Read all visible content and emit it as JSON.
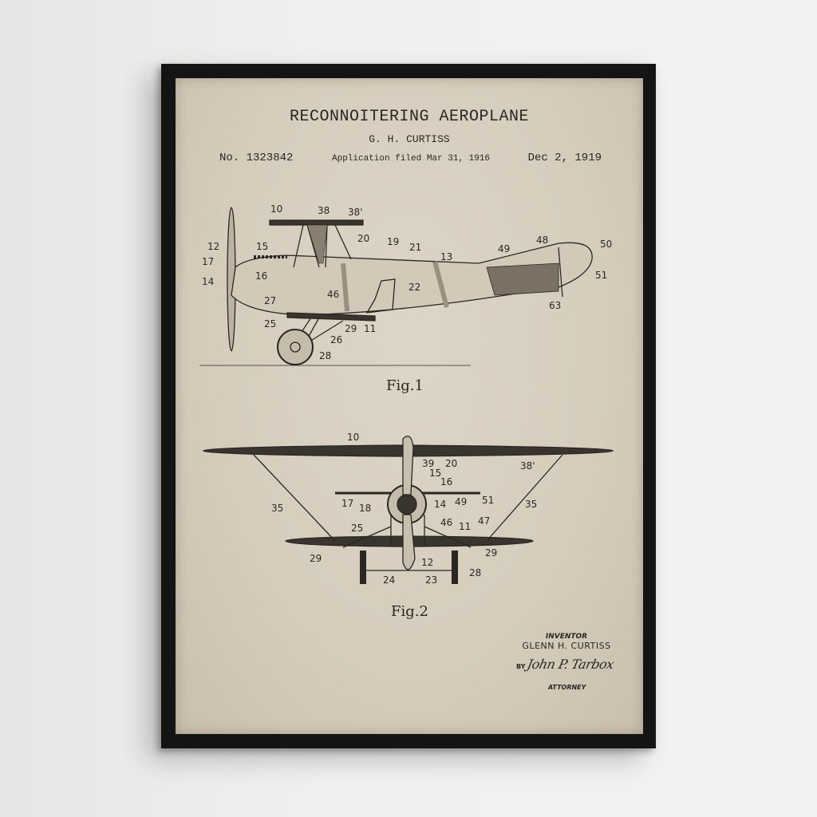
{
  "poster": {
    "title": "RECONNOITERING AEROPLANE",
    "inventor_short": "G. H. CURTISS",
    "patent_number": "No. 1323842",
    "application_filed": "Application filed Mar 31, 1916",
    "date": "Dec 2, 1919",
    "fig1": {
      "caption": "Fig.1",
      "labels": [
        "10",
        "38",
        "38'",
        "12",
        "15",
        "20",
        "19",
        "21",
        "13",
        "49",
        "48",
        "50",
        "17",
        "16",
        "14",
        "22",
        "51",
        "27",
        "46",
        "63",
        "25",
        "29",
        "11",
        "26",
        "28"
      ]
    },
    "fig2": {
      "caption": "Fig.2",
      "labels": [
        "10",
        "39",
        "20",
        "38'",
        "15",
        "16",
        "17",
        "18",
        "14",
        "49",
        "51",
        "35",
        "35",
        "25",
        "46",
        "11",
        "47",
        "29",
        "29",
        "12",
        "24",
        "23",
        "28"
      ]
    },
    "signature": {
      "inventor_label": "INVENTOR",
      "inventor_name": "GLENN H. CURTISS",
      "by": "BY",
      "attorney_signature": "John P. Tarbox",
      "attorney_label": "ATTORNEY"
    }
  },
  "colors": {
    "frame": "#141414",
    "paper": "#d8cfc0",
    "ink": "#2a2622",
    "wall": "#efefed"
  }
}
